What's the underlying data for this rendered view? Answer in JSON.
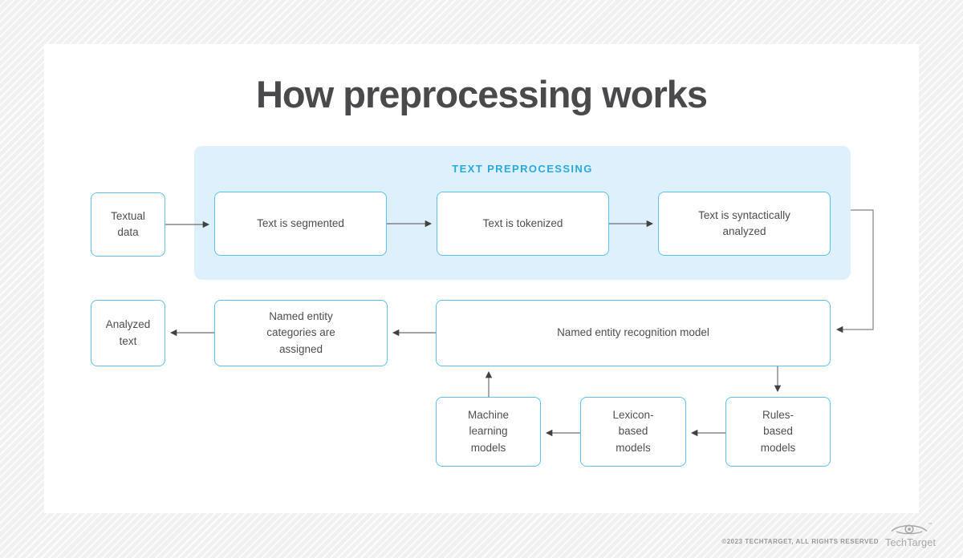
{
  "title": "How preprocessing works",
  "preprocessing_band": {
    "label": "TEXT PREPROCESSING"
  },
  "nodes": {
    "textual_data": "Textual data",
    "segmented": "Text is segmented",
    "tokenized": "Text is tokenized",
    "syntactic": "Text is syntactically analyzed",
    "analyzed_text": "Analyzed text",
    "categories": "Named entity categories are assigned",
    "ner_model": "Named entity recognition model",
    "ml_models": "Machine learning models",
    "lexicon_models": "Lexicon-based models",
    "rules_models": "Rules-based models"
  },
  "colors": {
    "band_background": "#ddf0fb",
    "band_label": "#29a9e0",
    "node_border": "#58c1ec",
    "node_text": "#4d4d4d",
    "connector": "#6d6e71",
    "title": "#4a4a4c"
  },
  "footer": {
    "copyright": "©2023 TECHTARGET, ALL RIGHTS RESERVED",
    "brand": "TechTarget"
  }
}
